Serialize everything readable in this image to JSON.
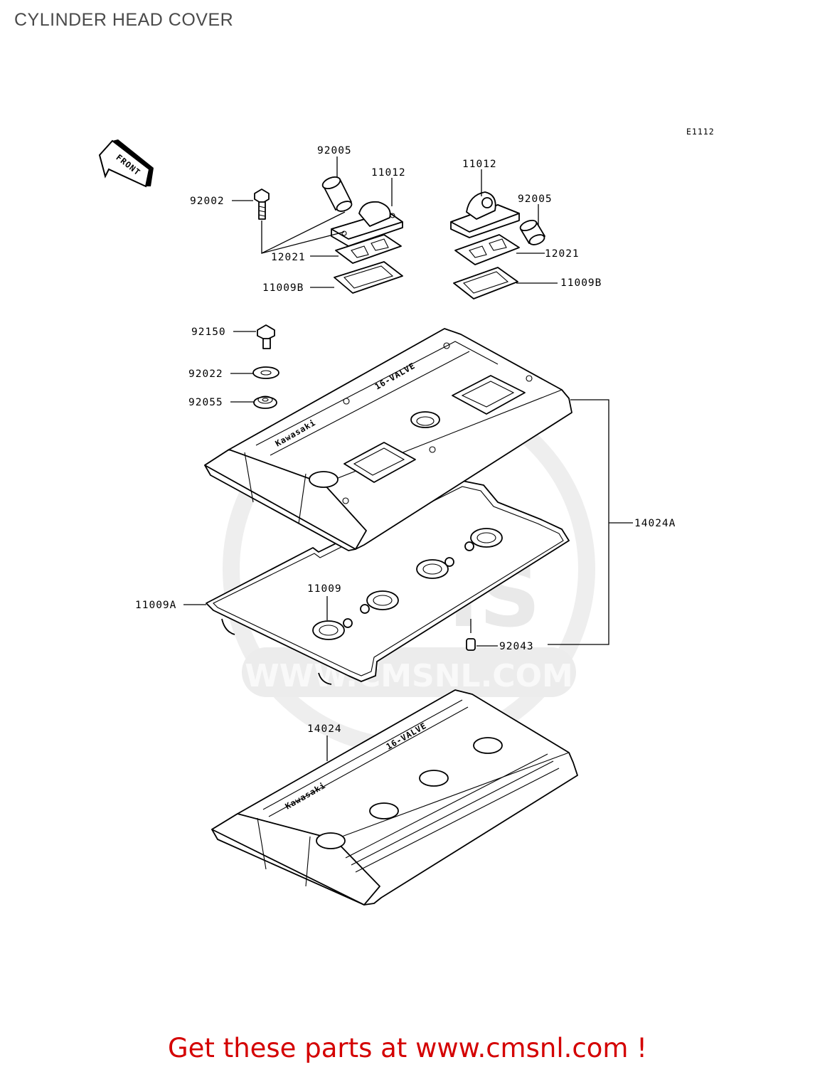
{
  "page": {
    "title": "CYLINDER HEAD COVER",
    "diagram_code": "E1112",
    "footer_text": "Get these parts at www.cmsnl.com !",
    "footer_color": "#d40000"
  },
  "direction_arrow": {
    "text": "FRONT"
  },
  "watermark": {
    "text": "WWW.CMSNL.COM",
    "logo": "CMS"
  },
  "cover_embossing": {
    "brand": "Kawasaki",
    "model": "16-VALVE"
  },
  "part_labels": {
    "p92005_left": "92005",
    "p11012_left": "11012",
    "p11012_right": "11012",
    "p92005_right": "92005",
    "p92002": "92002",
    "p12021_left": "12021",
    "p12021_right": "12021",
    "p11009B_left": "11009B",
    "p11009B_right": "11009B",
    "p92150": "92150",
    "p92022": "92022",
    "p92055": "92055",
    "p14024A": "14024A",
    "p11009": "11009",
    "p11009A": "11009A",
    "p92043": "92043",
    "p14024": "14024"
  }
}
